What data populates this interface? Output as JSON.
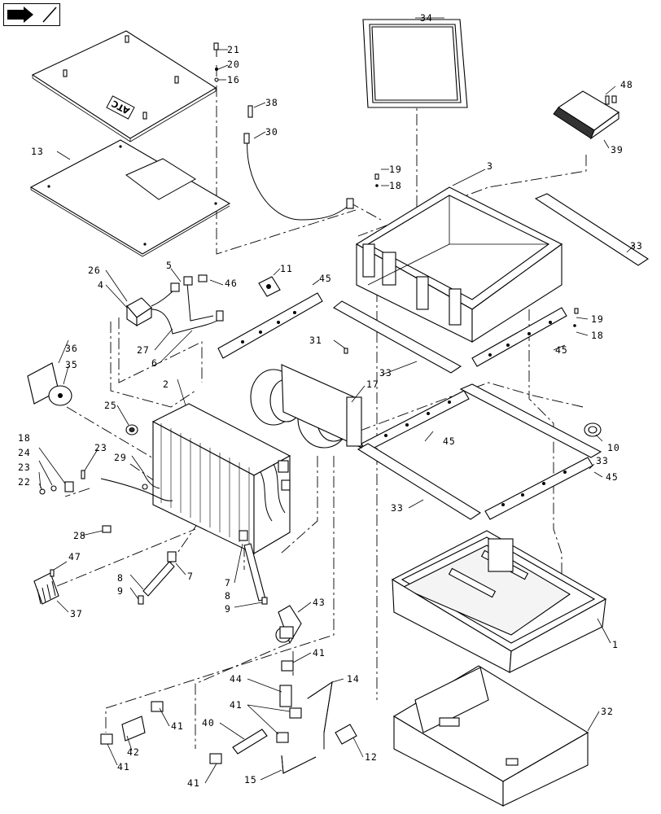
{
  "nav": {
    "icon": "arrow-icon"
  },
  "callouts": [
    {
      "id": "c21",
      "text": "21"
    },
    {
      "id": "c20",
      "text": "20"
    },
    {
      "id": "c16",
      "text": "16"
    },
    {
      "id": "c34",
      "text": "34"
    },
    {
      "id": "c38",
      "text": "38"
    },
    {
      "id": "c30",
      "text": "30"
    },
    {
      "id": "c48",
      "text": "48"
    },
    {
      "id": "c39",
      "text": "39"
    },
    {
      "id": "c13",
      "text": "13"
    },
    {
      "id": "c19a",
      "text": "19"
    },
    {
      "id": "c18a",
      "text": "18"
    },
    {
      "id": "c3",
      "text": "3"
    },
    {
      "id": "c33a",
      "text": "33"
    },
    {
      "id": "c26",
      "text": "26"
    },
    {
      "id": "c4",
      "text": "4"
    },
    {
      "id": "c5",
      "text": "5"
    },
    {
      "id": "c46",
      "text": "46"
    },
    {
      "id": "c11",
      "text": "11"
    },
    {
      "id": "c45a",
      "text": "45"
    },
    {
      "id": "c19b",
      "text": "19"
    },
    {
      "id": "c18b",
      "text": "18"
    },
    {
      "id": "c27",
      "text": "27"
    },
    {
      "id": "c6",
      "text": "6"
    },
    {
      "id": "c31",
      "text": "31"
    },
    {
      "id": "c45b",
      "text": "45"
    },
    {
      "id": "c36",
      "text": "36"
    },
    {
      "id": "c35",
      "text": "35"
    },
    {
      "id": "c33b",
      "text": "33"
    },
    {
      "id": "c2",
      "text": "2"
    },
    {
      "id": "c17",
      "text": "17"
    },
    {
      "id": "c25",
      "text": "25"
    },
    {
      "id": "c45c",
      "text": "45"
    },
    {
      "id": "c10",
      "text": "10"
    },
    {
      "id": "c18c",
      "text": "18"
    },
    {
      "id": "c24",
      "text": "24"
    },
    {
      "id": "c23a",
      "text": "23"
    },
    {
      "id": "c23b",
      "text": "23"
    },
    {
      "id": "c22",
      "text": "22"
    },
    {
      "id": "c29",
      "text": "29"
    },
    {
      "id": "c33c",
      "text": "33"
    },
    {
      "id": "c45d",
      "text": "45"
    },
    {
      "id": "c33d",
      "text": "33"
    },
    {
      "id": "c28",
      "text": "28"
    },
    {
      "id": "c47",
      "text": "47"
    },
    {
      "id": "c8",
      "text": "8"
    },
    {
      "id": "c7a",
      "text": "7"
    },
    {
      "id": "c9a",
      "text": "9"
    },
    {
      "id": "c7b",
      "text": "7"
    },
    {
      "id": "c8b",
      "text": "8"
    },
    {
      "id": "c9b",
      "text": "9"
    },
    {
      "id": "c37",
      "text": "37"
    },
    {
      "id": "c43",
      "text": "43"
    },
    {
      "id": "c1",
      "text": "1"
    },
    {
      "id": "c41a",
      "text": "41"
    },
    {
      "id": "c44",
      "text": "44"
    },
    {
      "id": "c14",
      "text": "14"
    },
    {
      "id": "c41b",
      "text": "41"
    },
    {
      "id": "c40",
      "text": "40"
    },
    {
      "id": "c41c",
      "text": "41"
    },
    {
      "id": "c42",
      "text": "42"
    },
    {
      "id": "c41d",
      "text": "41"
    },
    {
      "id": "c12",
      "text": "12"
    },
    {
      "id": "c32",
      "text": "32"
    },
    {
      "id": "c41e",
      "text": "41"
    },
    {
      "id": "c15",
      "text": "15"
    }
  ],
  "decal": {
    "text": "ATC"
  }
}
